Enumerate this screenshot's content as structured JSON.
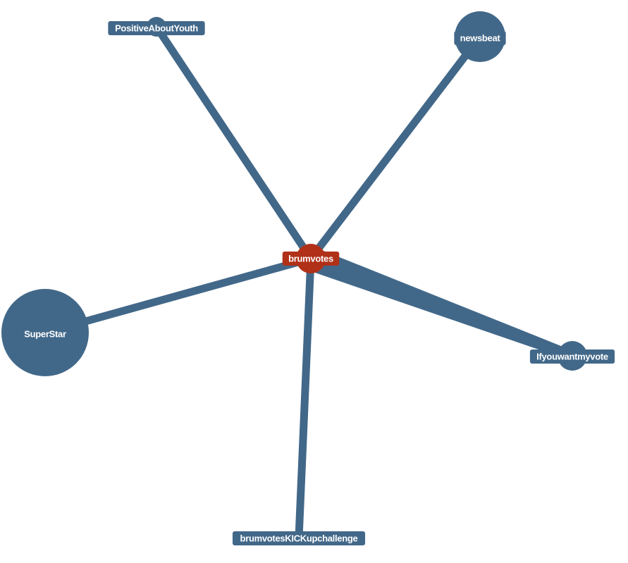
{
  "graph": {
    "colors": {
      "node": "#426889",
      "center": "#b03018",
      "edge": "#426889",
      "label_text": "#ffffff"
    },
    "nodes": [
      {
        "id": "brumvotes",
        "label": "brumvotes",
        "role": "center"
      },
      {
        "id": "PositiveAboutYouth",
        "label": "PositiveAboutYouth",
        "role": "peer"
      },
      {
        "id": "newsbeat",
        "label": "newsbeat",
        "role": "peer"
      },
      {
        "id": "SuperStar",
        "label": "SuperStar",
        "role": "peer"
      },
      {
        "id": "Ifyouwantmyvote",
        "label": "Ifyouwantmyvote",
        "role": "peer"
      },
      {
        "id": "brumvotesKICKupchallenge",
        "label": "brumvotesKICKupchallenge",
        "role": "peer"
      }
    ],
    "edges": [
      {
        "source": "brumvotes",
        "target": "PositiveAboutYouth"
      },
      {
        "source": "brumvotes",
        "target": "newsbeat"
      },
      {
        "source": "brumvotes",
        "target": "SuperStar"
      },
      {
        "source": "brumvotes",
        "target": "Ifyouwantmyvote"
      },
      {
        "source": "brumvotes",
        "target": "brumvotesKICKupchallenge"
      }
    ]
  }
}
